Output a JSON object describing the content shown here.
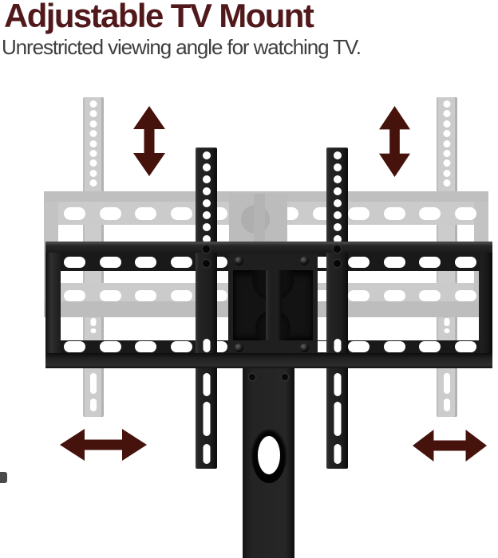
{
  "page": {
    "background": "#ffffff"
  },
  "header": {
    "title": "Adjustable TV Mount",
    "subtitle": "Unrestricted viewing angle for watching TV."
  },
  "theme": {
    "page_bg": "#ffffff",
    "title_color": "#51191c",
    "subtitle_color": "#3f3f3f",
    "arrow_color": "#46120c",
    "bracket_black": "#1f1f1f",
    "ghost_gray": "#cbcbcb",
    "cutout_white": "#ffffff"
  },
  "figure": {
    "description": "Black swivel TV wall-mount bracket on a center stand column; semi-transparent gray ghost brackets behind it show the height and swivel adjustment range",
    "arrows": {
      "left_vertical": "up-down",
      "right_vertical": "up-down",
      "left_horizontal": "left-right",
      "right_horizontal": "left-right"
    },
    "counts": {
      "plate_slots_per_row": 12,
      "ghost_plate_slots_per_row": 12,
      "bracket_holes": 8,
      "ghost_rail_holes": 9
    }
  }
}
